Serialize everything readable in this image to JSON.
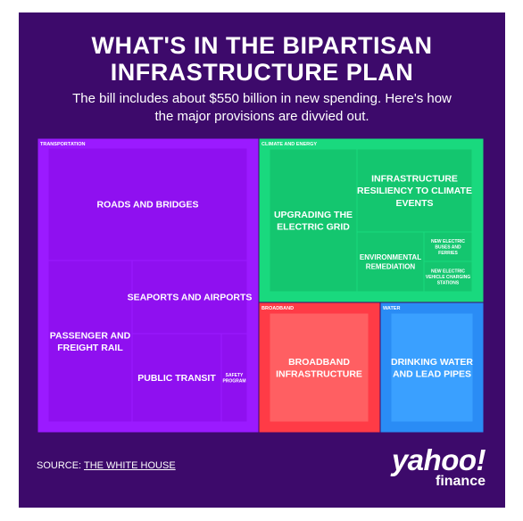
{
  "header": {
    "title_line1": "WHAT'S IN THE BIPARTISAN",
    "title_line2": "INFRASTRUCTURE PLAN",
    "subtitle_line1": "The bill includes about $550 billion in new spending. Here's how",
    "subtitle_line2": "the major provisions are divvied out."
  },
  "footer": {
    "source_prefix": "SOURCE: ",
    "source_link": "THE WHITE HOUSE"
  },
  "brand": {
    "name": "yahoo!",
    "product": "finance"
  },
  "colors": {
    "background": "#3d0a6b",
    "transportation": "#9b1aff",
    "transportation_inner": "#8f10f0",
    "climate_and_energy": "#19d97e",
    "climate_inner": "#14c66f",
    "broadband": "#ff3b46",
    "broadband_inner": "#ff5f62",
    "water": "#2a8cf5",
    "water_inner": "#3aa0ff"
  },
  "chart_data": {
    "type": "treemap",
    "groups": [
      {
        "name": "TRANSPORTATION",
        "color_key": "transportation",
        "items": [
          {
            "label": [
              "ROADS AND BRIDGES"
            ]
          },
          {
            "label": [
              "PASSENGER AND",
              "FREIGHT RAIL"
            ]
          },
          {
            "label": [
              "SEAPORTS AND AIRPORTS"
            ]
          },
          {
            "label": [
              "PUBLIC TRANSIT"
            ]
          },
          {
            "label": [
              "SAFETY",
              "PROGRAM"
            ]
          }
        ]
      },
      {
        "name": "CLIMATE AND ENERGY",
        "color_key": "climate_and_energy",
        "items": [
          {
            "label": [
              "UPGRADING THE",
              "ELECTRIC GRID"
            ]
          },
          {
            "label": [
              "INFRASTRUCTURE",
              "RESILIENCY TO CLIMATE",
              "EVENTS"
            ]
          },
          {
            "label": [
              "ENVIRONMENTAL",
              "REMEDIATION"
            ]
          },
          {
            "label": [
              "NEW ELECTRIC",
              "BUSES AND",
              "FERRIES"
            ]
          },
          {
            "label": [
              "NEW ELECTRIC",
              "VEHICLE CHARGING",
              "STATIONS"
            ]
          }
        ]
      },
      {
        "name": "BROADBAND",
        "color_key": "broadband",
        "items": [
          {
            "label": [
              "BROADBAND",
              "INFRASTRUCTURE"
            ]
          }
        ]
      },
      {
        "name": "WATER",
        "color_key": "water",
        "items": [
          {
            "label": [
              "DRINKING WATER",
              "AND LEAD PIPES"
            ]
          }
        ]
      }
    ]
  }
}
